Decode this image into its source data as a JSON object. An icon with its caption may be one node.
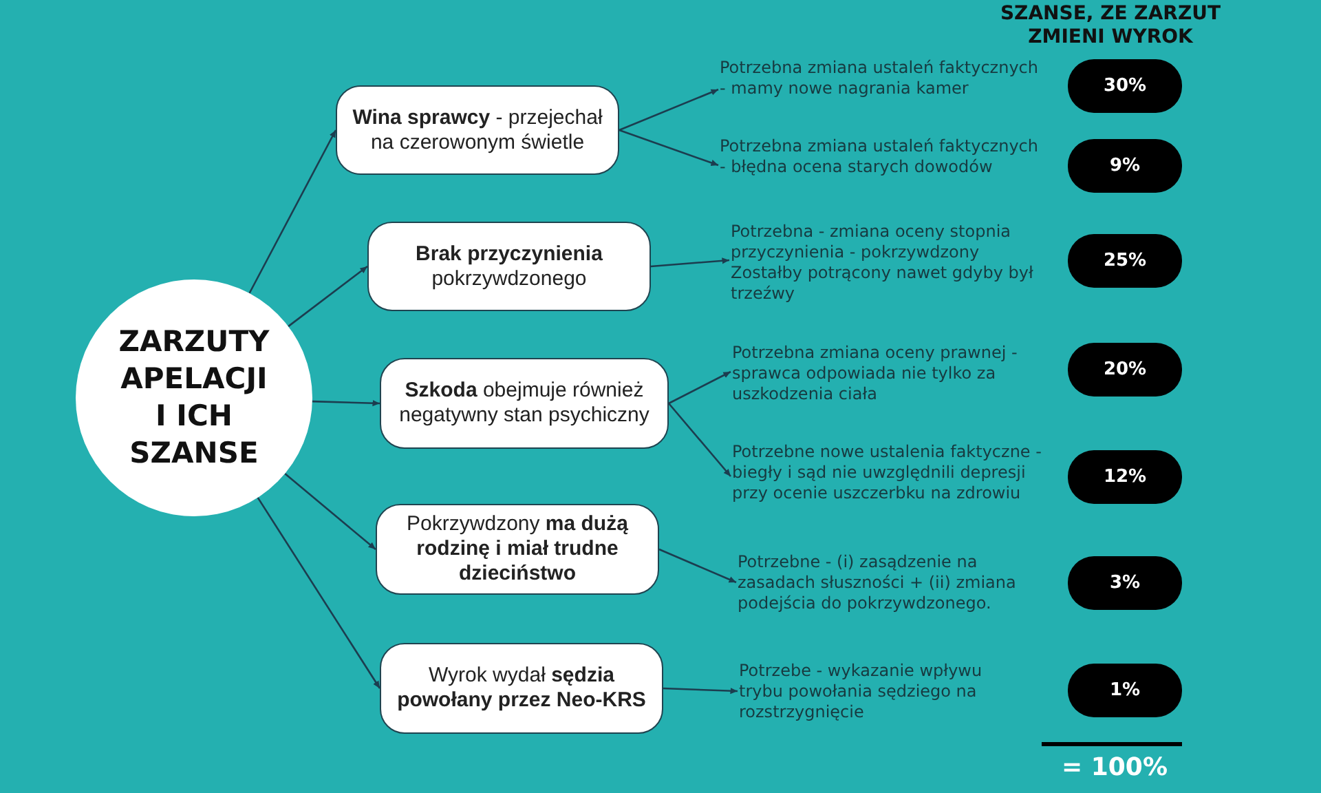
{
  "diagram": {
    "nodes": [
      {
        "text": [
          "ZARZUTY APELACJI I ICH SZANSE"
        ]
      },
      {
        "text": [
          "**Wina sprawcy** - przejechał na czerowonym świetle"
        ]
      },
      {
        "text": [
          "**Brak przyczynienia** pokrzywdzonego"
        ]
      },
      {
        "text": [
          "**Szkoda** obejmuje również negatywny stan psychiczny"
        ]
      },
      {
        "text": [
          "Pokrzywdzony **ma dużą rodzinę i miał trudne dzieciństwo**"
        ]
      },
      {
        "text": [
          "Wyrok wydał **sędzia powołany przez Neo-KRS**"
        ]
      },
      {
        "text": [
          "Potrzebna zmiana ustaleń faktycznych - mamy nowe nagrania kamer"
        ]
      },
      {
        "text": [
          "Potrzebna zmiana ustaleń faktycznych - błędna ocena starych dowodów"
        ]
      },
      {
        "text": [
          "Potrzebna - zmiana oceny stopnia przyczynienia - pokrzywdzony Zostałby potrącony nawet gdyby był trzeźwy"
        ]
      },
      {
        "text": [
          "Potrzebna zmiana oceny prawnej - sprawca odpowiada nie tylko za uszkodzenia ciała"
        ]
      },
      {
        "text": [
          "Potrzebne nowe ustalenia faktyczne - biegły i sąd nie uwzględnili depresji przy ocenie uszczerbku na zdrowiu"
        ]
      },
      {
        "text": [
          "Potrzebne - (i) zasądzenie na zasadach słuszności + (ii) zmiana podejścia do pokrzywdzonego."
        ]
      },
      {
        "text": [
          "Potrzebe - wykazanie wpływu trybu powołania sędziego na rozstrzygnięcie"
        ]
      },
      {
        "text": [
          "30%"
        ]
      },
      {
        "text": [
          "9%"
        ]
      },
      {
        "text": [
          "25%"
        ]
      },
      {
        "text": [
          "20%"
        ]
      },
      {
        "text": [
          "12%"
        ]
      },
      {
        "text": [
          "3%"
        ]
      },
      {
        "text": [
          "1%"
        ]
      }
    ],
    "edges": [
      {
        "from": 0,
        "to": 1,
        "arrow": "to"
      },
      {
        "from": 0,
        "to": 2,
        "arrow": "to"
      },
      {
        "from": 0,
        "to": 3,
        "arrow": "to"
      },
      {
        "from": 0,
        "to": 4,
        "arrow": "to"
      },
      {
        "from": 0,
        "to": 5,
        "arrow": "to"
      },
      {
        "from": 1,
        "to": 6,
        "arrow": "to"
      },
      {
        "from": 1,
        "to": 7,
        "arrow": "to"
      },
      {
        "from": 2,
        "to": 8,
        "arrow": "to"
      },
      {
        "from": 3,
        "to": 9,
        "arrow": "to"
      },
      {
        "from": 3,
        "to": 10,
        "arrow": "to"
      },
      {
        "from": 4,
        "to": 11,
        "arrow": "to"
      },
      {
        "from": 5,
        "to": 12,
        "arrow": "to"
      }
    ],
    "labels": [
      "SZANSE, ZE ZARZUT ZMIENI WYROK",
      "= 100%"
    ]
  }
}
